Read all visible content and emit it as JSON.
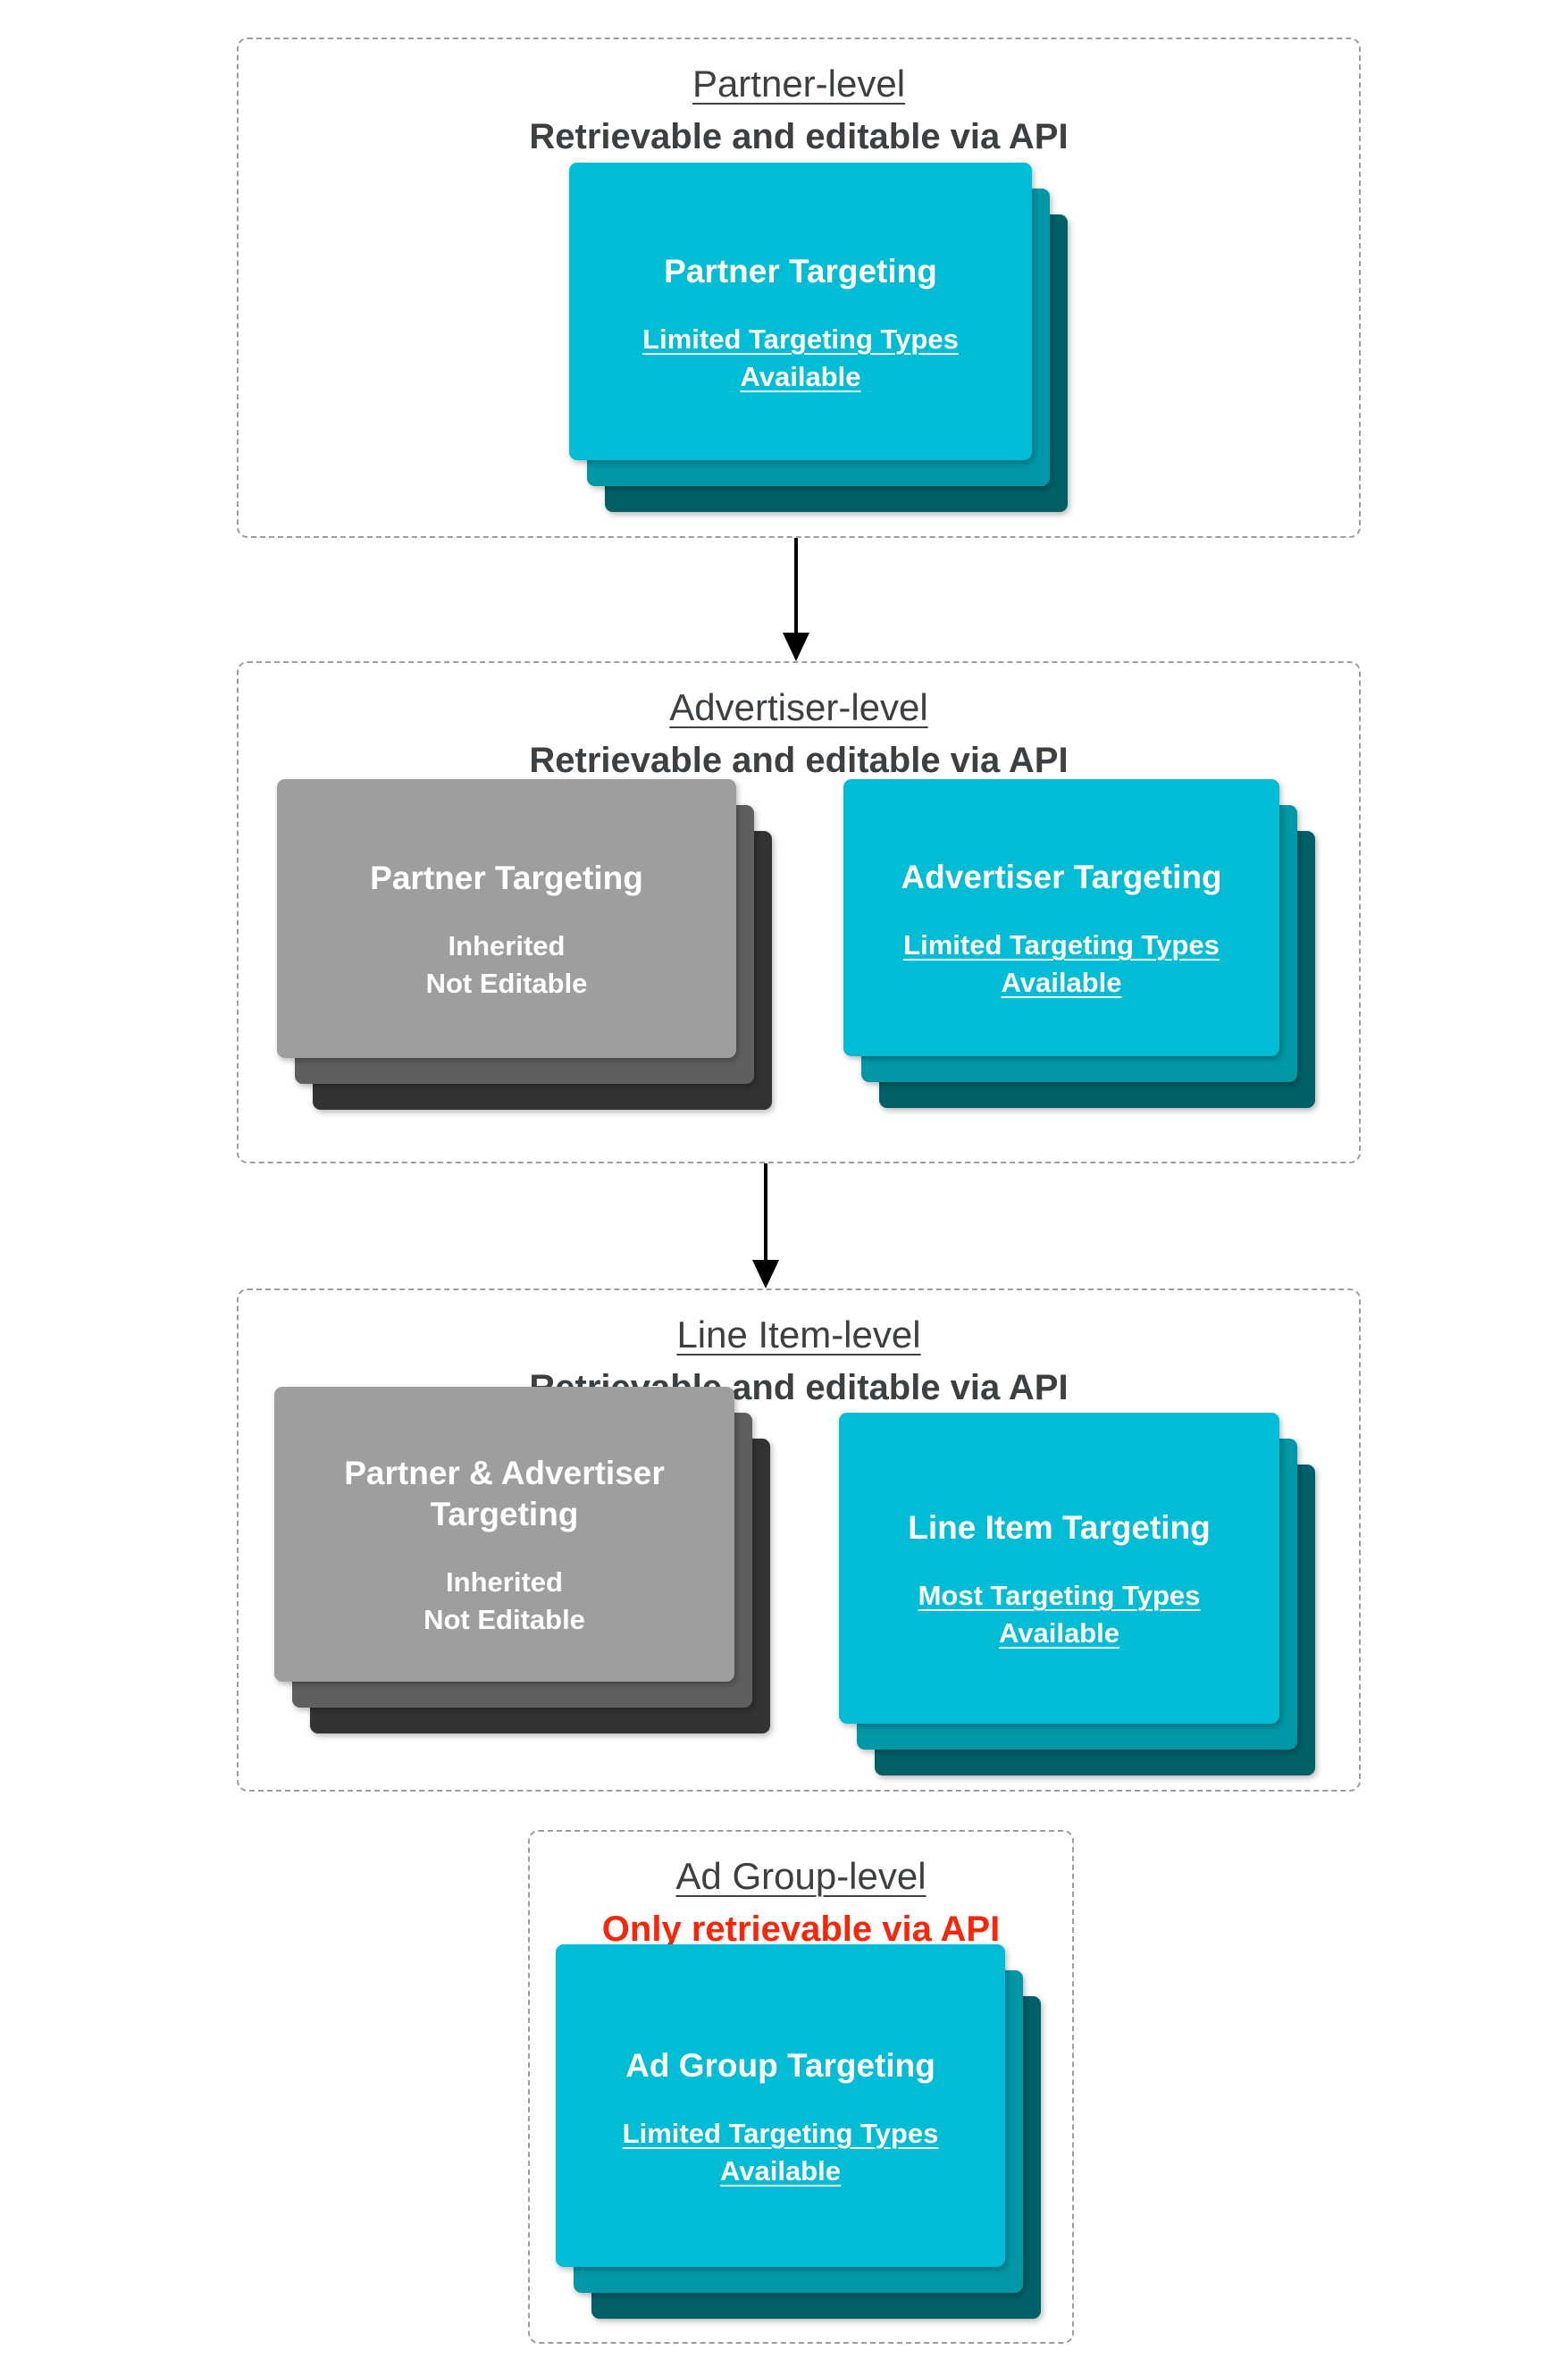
{
  "palette": {
    "teal": "#00bcd4",
    "teal_mid": "#0097a7",
    "teal_dark": "#006068",
    "gray": "#9e9e9e",
    "gray_mid": "#5f5f5f",
    "gray_dark": "#323333",
    "heading": "#3c4043",
    "red": "#f5270b",
    "border": "#9e9e9e",
    "arrow": "#000000",
    "card_text": "#ffffff"
  },
  "sections": [
    {
      "title": "Partner-level",
      "subtitle": "Retrievable and editable via API",
      "cards": [
        {
          "title": "Partner Targeting",
          "body": "Limited Targeting Types\nAvailable"
        }
      ]
    },
    {
      "title": "Advertiser-level",
      "subtitle": "Retrievable and editable via API",
      "cards": [
        {
          "title": "Partner Targeting",
          "body": "Inherited\nNot Editable"
        },
        {
          "title": "Advertiser Targeting",
          "body": "Limited Targeting Types\nAvailable"
        }
      ]
    },
    {
      "title": "Line Item-level",
      "subtitle": "Retrievable and editable via API",
      "cards": [
        {
          "title": "Partner & Advertiser\nTargeting",
          "body": "Inherited\nNot Editable"
        },
        {
          "title": "Line Item Targeting",
          "body": "Most Targeting Types\nAvailable"
        }
      ]
    },
    {
      "title": "Ad Group-level",
      "subtitle": "Only retrievable via API",
      "cards": [
        {
          "title": "Ad Group Targeting",
          "body": "Limited Targeting Types\nAvailable"
        }
      ]
    }
  ]
}
